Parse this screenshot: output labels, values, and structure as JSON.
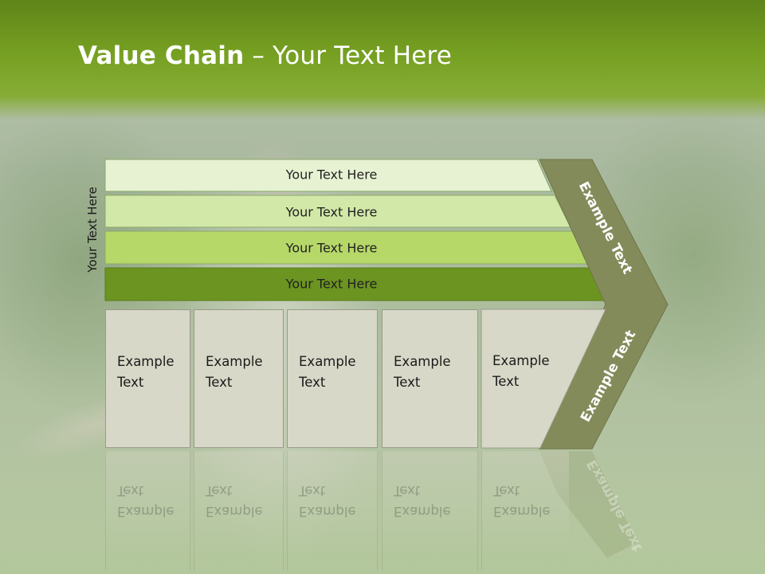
{
  "title": {
    "bold": "Value Chain",
    "rest": " – Your Text Here"
  },
  "side_label": "Your Text Here",
  "rows": [
    {
      "label": "Your Text Here",
      "fill": "#e6f2d2"
    },
    {
      "label": "Your Text Here",
      "fill": "#d2e8a8"
    },
    {
      "label": "Your Text Here",
      "fill": "#b6d869"
    },
    {
      "label": "Your Text Here",
      "fill": "#6b9420"
    }
  ],
  "boxes": [
    {
      "line1": "Example",
      "line2": "Text"
    },
    {
      "line1": "Example",
      "line2": "Text"
    },
    {
      "line1": "Example",
      "line2": "Text"
    },
    {
      "line1": "Example",
      "line2": "Text"
    },
    {
      "line1": "Example",
      "line2": "Text"
    }
  ],
  "chevron": {
    "top_label": "Example Text",
    "bottom_label": "Example Text",
    "fill": "#848b5a"
  },
  "colors": {
    "title_bar": "#76a022",
    "box_fill": "#d8d8c8"
  }
}
